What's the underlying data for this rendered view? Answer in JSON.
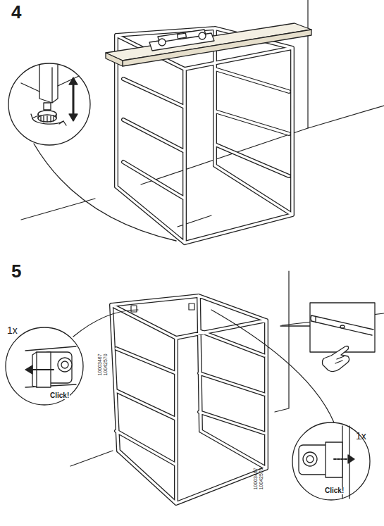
{
  "diagram": {
    "labels": [
      "4",
      "5",
      "1x",
      "10003467",
      "10042570",
      "Click!",
      "10003467",
      "10042570",
      "1x",
      "Click!"
    ]
  }
}
